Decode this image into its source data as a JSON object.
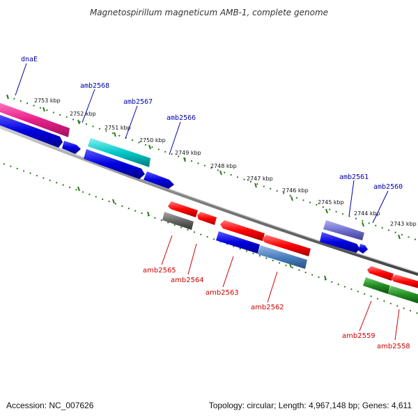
{
  "title": "Magnetospirillum magneticum AMB-1, complete genome",
  "footer": {
    "accession": "Accession: NC_007626",
    "topology": "Topology: circular; Length: 4,967,148 bp; Genes: 4,611"
  },
  "colors": {
    "backbone": "#808080",
    "tick": "#2a7a1a",
    "label_forward": "#0000aa",
    "label_reverse": "#cc0000"
  },
  "kbp_labels": [
    "2753 kbp",
    "2752 kbp",
    "2751 kbp",
    "2750 kbp",
    "2749 kbp",
    "2748 kbp",
    "2747 kbp",
    "2746 kbp",
    "2745 kbp",
    "2744 kbp",
    "2743 kbp"
  ],
  "gene_labels_forward": [
    "dnaE",
    "amb2568",
    "amb2567",
    "amb2566",
    "amb2561",
    "amb2560"
  ],
  "gene_labels_reverse": [
    "amb2565",
    "amb2564",
    "amb2563",
    "amb2562",
    "amb2559",
    "amb2558"
  ],
  "feature_colors": [
    "#e8208a",
    "#0000e0",
    "#00c8c8",
    "#ff0000",
    "#666666",
    "#4a7fc0",
    "#7070d0",
    "#228b22"
  ]
}
